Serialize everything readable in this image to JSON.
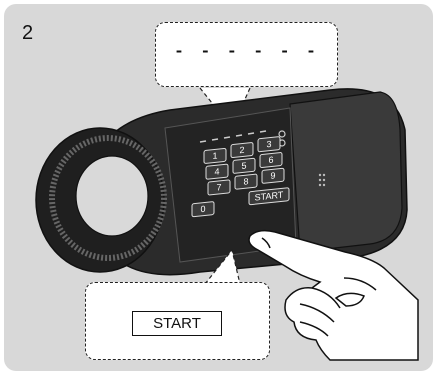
{
  "step": {
    "number": "2"
  },
  "display": {
    "text": "- - - - - -"
  },
  "start_label": "START",
  "keypad": {
    "keys": [
      "1",
      "2",
      "3",
      "4",
      "5",
      "6",
      "7",
      "8",
      "9",
      "0",
      "START"
    ]
  },
  "colors": {
    "panel_bg": "#d8d8d8",
    "lock_body": "#2b2b2b",
    "knob_face": "#d9d9d9",
    "key_fill": "#3a3a3a",
    "key_text": "#ffffff"
  }
}
